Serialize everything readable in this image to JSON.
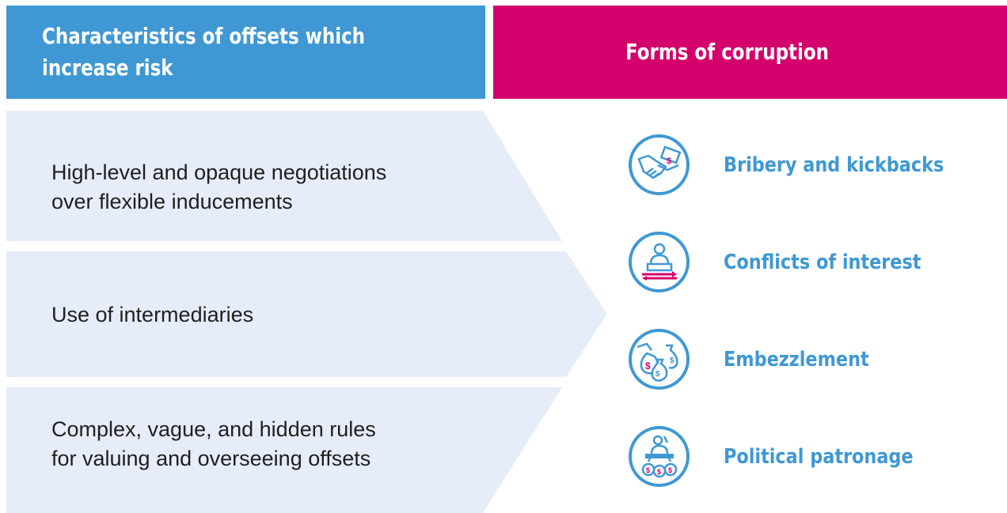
{
  "headers": {
    "left": "Characteristics of offsets which increase risk",
    "right": "Forms of corruption"
  },
  "characteristics": [
    {
      "line1": "High-level and opaque negotiations",
      "line2": "over flexible inducements"
    },
    {
      "line1": "Use of intermediaries",
      "line2": ""
    },
    {
      "line1": "Complex, vague, and hidden rules",
      "line2": "for valuing and overseeing offsets"
    }
  ],
  "forms": [
    {
      "label": "Bribery and kickbacks",
      "icon": "handshake-icon"
    },
    {
      "label": "Conflicts of interest",
      "icon": "person-arrows-icon"
    },
    {
      "label": "Embezzlement",
      "icon": "money-bags-icon"
    },
    {
      "label": "Political patronage",
      "icon": "politician-icon"
    }
  ],
  "colors": {
    "blue": "#3f98d4",
    "magenta": "#d4006b",
    "chevron_fill": "#e6ecf8"
  }
}
